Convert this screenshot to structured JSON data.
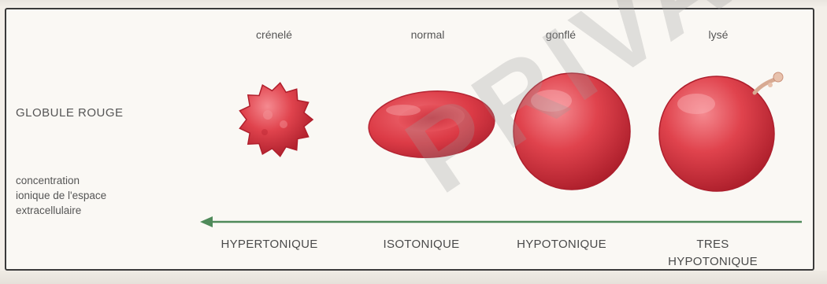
{
  "states": [
    {
      "label": "crénelé"
    },
    {
      "label": "normal"
    },
    {
      "label": "gonflé"
    },
    {
      "label": "lysé"
    }
  ],
  "row_label": "GLOBULE ROUGE",
  "concentration_label": [
    "concentration",
    "ionique de l'espace",
    "extracellulaire"
  ],
  "tonicity": [
    {
      "lines": [
        "HYPERTONIQUE"
      ]
    },
    {
      "lines": [
        "ISOTONIQUE"
      ]
    },
    {
      "lines": [
        "HYPOTONIQUE"
      ]
    },
    {
      "lines": [
        "TRES",
        "HYPOTONIQUE"
      ]
    }
  ],
  "watermark": "PRIVATE",
  "colors": {
    "cell_red": "#d63a44",
    "arrow_green": "#4f8a5a"
  }
}
